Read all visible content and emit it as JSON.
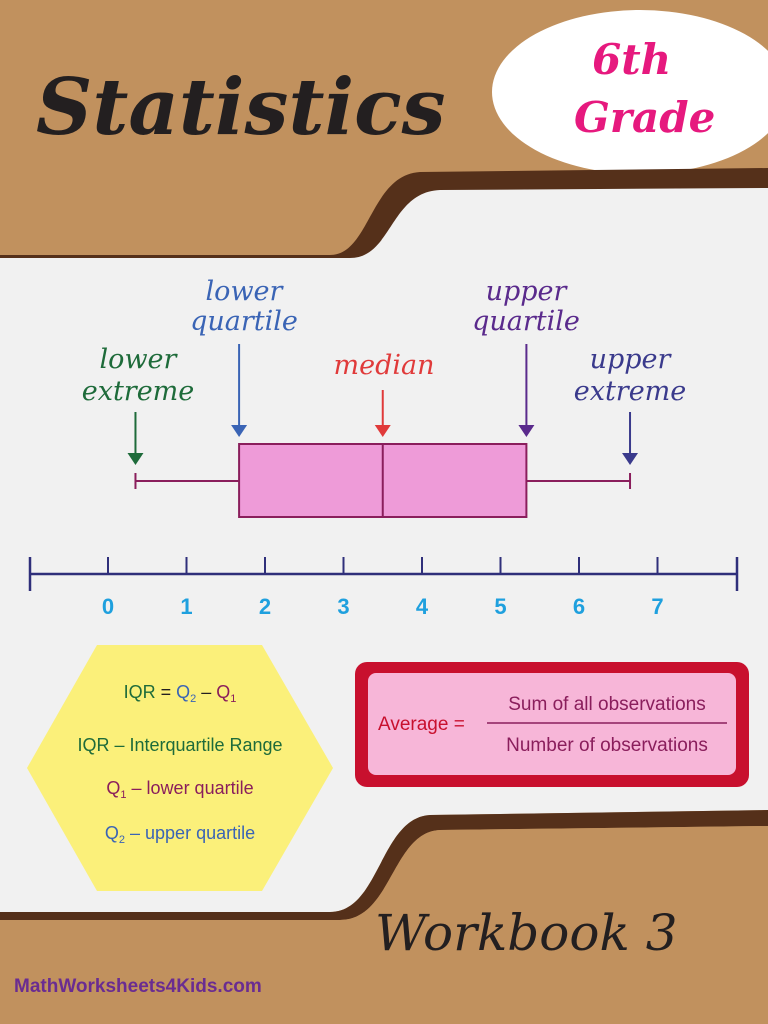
{
  "cover": {
    "title": "Statistics",
    "grade_line1": "6th",
    "grade_line2": "Grade",
    "workbook": "Workbook 3",
    "site": "MathWorksheets4Kids.com"
  },
  "boxplot": {
    "labels": {
      "lower_extreme": [
        "lower",
        "extreme"
      ],
      "lower_quartile": [
        "lower",
        "quartile"
      ],
      "median": "median",
      "upper_quartile": [
        "upper",
        "quartile"
      ],
      "upper_extreme": [
        "upper",
        "extreme"
      ]
    },
    "values": {
      "lower_extreme": 0.35,
      "lower_quartile": 1.67,
      "median": 3.5,
      "upper_quartile": 5.33,
      "upper_extreme": 6.65
    },
    "axis": {
      "ticks": [
        0,
        1,
        2,
        3,
        4,
        5,
        6,
        7
      ],
      "range": [
        -1,
        8
      ]
    }
  },
  "hexagon": {
    "iqr_formula": {
      "iqr": "IQR",
      "eq": " = ",
      "q": "Q",
      "sub2": "2",
      "minus": " – ",
      "sub1": "1"
    },
    "iqr_def": "IQR – Interquartile Range",
    "q1_def": {
      "q": "Q",
      "sub": "1",
      "rest": " – lower quartile"
    },
    "q2_def": {
      "q": "Q",
      "sub": "2",
      "rest": " – upper quartile"
    }
  },
  "average": {
    "label": "Average =",
    "numerator": "Sum of all observations",
    "denominator": "Number of observations"
  },
  "colors": {
    "brown": "#c1915e",
    "dark_brown": "#55301a",
    "panel": "#f1f1f1",
    "pink_box": "#ee9bd8",
    "box_stroke": "#8a1e5c",
    "axis": "#2f2f7a",
    "tick_label": "#1fa0de",
    "green": "#1e6b3a",
    "blue": "#3a64b5",
    "red": "#e03a3a",
    "purple": "#5a2a8c",
    "navy": "#3a3a8c",
    "magenta": "#e6197e",
    "hexagon": "#fbf07a",
    "avg_red": "#c8102e",
    "avg_pink": "#f7b6d8",
    "maroon": "#8a1e5c",
    "site_purple": "#6a2c91"
  }
}
